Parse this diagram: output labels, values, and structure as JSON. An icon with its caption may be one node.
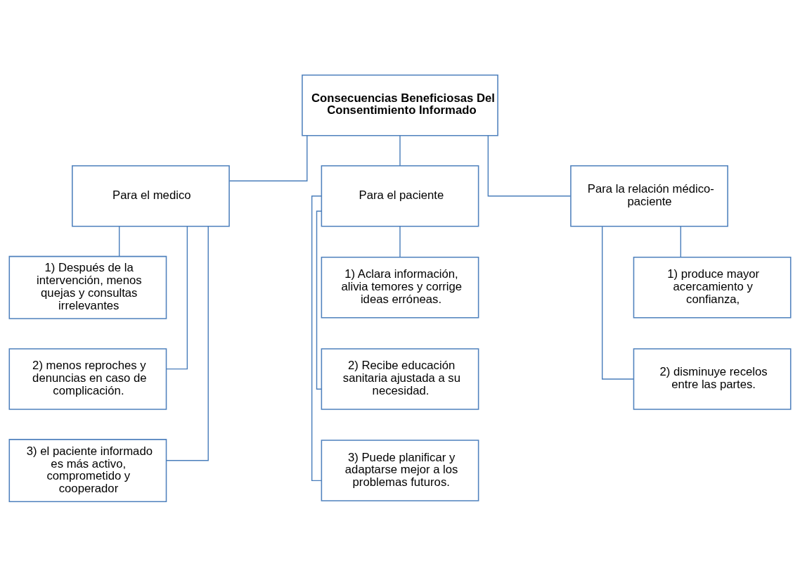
{
  "diagram": {
    "nodes": [
      {
        "text": [
          "Consecuencias Beneficiosas Del Consentimiento Informado"
        ]
      },
      {
        "text": [
          "Para el medico"
        ]
      },
      {
        "text": [
          "Para el paciente"
        ]
      },
      {
        "text": [
          "Para la relación médico-paciente"
        ]
      },
      {
        "text": [
          "1) Después de la intervención, menos quejas y consultas irrelevantes"
        ]
      },
      {
        "text": [
          "2) menos reproches y denuncias en caso de complicación."
        ]
      },
      {
        "text": [
          "3) el paciente informado es más activo, comprometido y cooperador"
        ]
      },
      {
        "text": [
          "1) Aclara información, alivia temores y corrige ideas erróneas."
        ]
      },
      {
        "text": [
          "2) Recibe educación sanitaria ajustada a su necesidad."
        ]
      },
      {
        "text": [
          "3) Puede planificar y adaptarse mejor a los problemas futuros."
        ]
      },
      {
        "text": [
          "1) produce mayor acercamiento y confianza,"
        ]
      },
      {
        "text": [
          "2) disminuye recelos entre las partes."
        ]
      }
    ],
    "edges": [
      {
        "from": 0,
        "to": 1,
        "arrow": "none"
      },
      {
        "from": 0,
        "to": 2,
        "arrow": "none"
      },
      {
        "from": 0,
        "to": 3,
        "arrow": "none"
      },
      {
        "from": 1,
        "to": 4,
        "arrow": "none"
      },
      {
        "from": 1,
        "to": 5,
        "arrow": "none"
      },
      {
        "from": 1,
        "to": 6,
        "arrow": "none"
      },
      {
        "from": 2,
        "to": 7,
        "arrow": "none"
      },
      {
        "from": 2,
        "to": 8,
        "arrow": "none"
      },
      {
        "from": 2,
        "to": 9,
        "arrow": "none"
      },
      {
        "from": 3,
        "to": 10,
        "arrow": "none"
      },
      {
        "from": 3,
        "to": 11,
        "arrow": "none"
      }
    ]
  }
}
